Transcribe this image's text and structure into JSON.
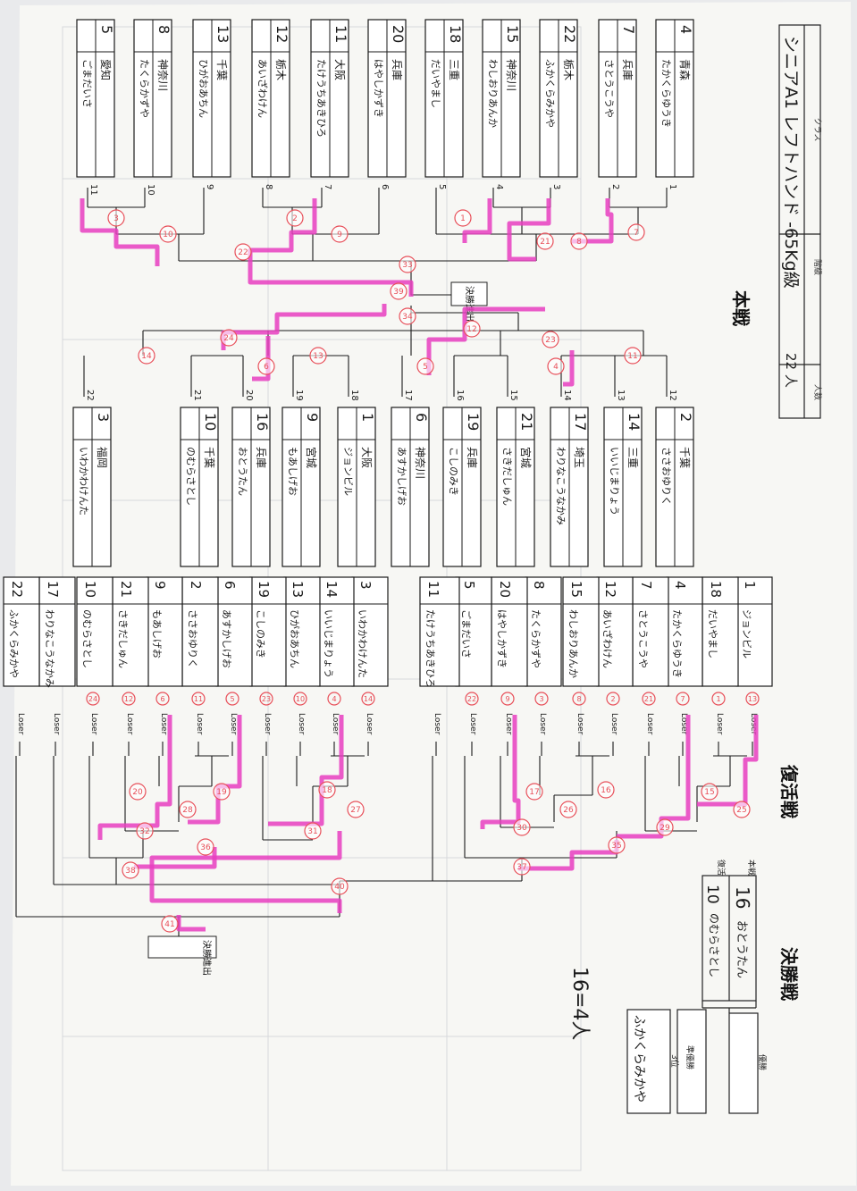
{
  "header": {
    "class_label": "クラス",
    "class_value": "シニアA1 レフトハンド -65Kg級",
    "tier_label": "階級",
    "count_label": "人数",
    "count_value": "22 人"
  },
  "main": {
    "title": "本戦",
    "advance_label": "決勝進出",
    "left_slots": [
      {
        "no": "1",
        "seed": "4",
        "pref": "青森",
        "name": "たかくらゆうき"
      },
      {
        "no": "2",
        "seed": "7",
        "pref": "兵庫",
        "name": "さとうこうや"
      },
      {
        "no": "3",
        "seed": "22",
        "pref": "栃木",
        "name": "ふかくらみかや"
      },
      {
        "no": "4",
        "seed": "15",
        "pref": "神奈川",
        "name": "わしおりあんか"
      },
      {
        "no": "5",
        "seed": "18",
        "pref": "三重",
        "name": "だいやまし"
      },
      {
        "no": "6",
        "seed": "20",
        "pref": "兵庫",
        "name": "はやしかずき"
      },
      {
        "no": "7",
        "seed": "11",
        "pref": "大阪",
        "name": "たけうちあきひろ"
      },
      {
        "no": "8",
        "seed": "12",
        "pref": "栃木",
        "name": "あいざわけん"
      },
      {
        "no": "9",
        "seed": "13",
        "pref": "千葉",
        "name": "ひがおあちん"
      },
      {
        "no": "10",
        "seed": "8",
        "pref": "神奈川",
        "name": "たくらかずや"
      },
      {
        "no": "11",
        "seed": "5",
        "pref": "愛知",
        "name": "ごまだいさ"
      }
    ],
    "right_slots": [
      {
        "no": "12",
        "seed": "2",
        "pref": "千葉",
        "name": "ささおゆりく"
      },
      {
        "no": "13",
        "seed": "14",
        "pref": "三重",
        "name": "いいじまりょう"
      },
      {
        "no": "14",
        "seed": "17",
        "pref": "埼玉",
        "name": "わりなこうなかみ"
      },
      {
        "no": "15",
        "seed": "21",
        "pref": "宮城",
        "name": "さきだしゅん"
      },
      {
        "no": "16",
        "seed": "19",
        "pref": "兵庫",
        "name": "こしのみき"
      },
      {
        "no": "17",
        "seed": "6",
        "pref": "神奈川",
        "name": "あすかしげお"
      },
      {
        "no": "18",
        "seed": "1",
        "pref": "大阪",
        "name": "ジョンビル"
      },
      {
        "no": "19",
        "seed": "9",
        "pref": "宮城",
        "name": "もあしげお"
      },
      {
        "no": "20",
        "seed": "16",
        "pref": "兵庫",
        "name": "おとうたん"
      },
      {
        "no": "21",
        "seed": "10",
        "pref": "千葉",
        "name": "のむらさとし"
      },
      {
        "no": "22",
        "seed": "3",
        "pref": "福岡",
        "name": "いわかわけんた"
      }
    ],
    "match_numbers": [
      "7",
      "8",
      "21",
      "1",
      "33",
      "39",
      "2",
      "9",
      "22",
      "10",
      "3",
      "34",
      "11",
      "4",
      "23",
      "12",
      "5",
      "13",
      "6",
      "24",
      "14"
    ]
  },
  "repechage": {
    "title": "復活戦",
    "advance_label": "決勝進出",
    "loser_label": "Loser",
    "entries": [
      {
        "seed": "1",
        "name": "ジョンビル",
        "match": "13"
      },
      {
        "seed": "18",
        "name": "だいやまし",
        "match": "1"
      },
      {
        "seed": "4",
        "name": "たかくらゆうき",
        "match": "7"
      },
      {
        "seed": "7",
        "name": "さとうこうや",
        "match": "21"
      },
      {
        "seed": "12",
        "name": "あいざわけん",
        "match": "2"
      },
      {
        "seed": "15",
        "name": "わしおりあんか",
        "match": "8"
      },
      {
        "seed": "8",
        "name": "たくらかずや",
        "match": "3"
      },
      {
        "seed": "20",
        "name": "はやしかずき",
        "match": "9"
      },
      {
        "seed": "5",
        "name": "ごまだいさ",
        "match": "22"
      },
      {
        "seed": "11",
        "name": "たけうちあきひろ",
        "match": ""
      },
      {
        "seed": "3",
        "name": "いわかわけんた",
        "match": "14"
      },
      {
        "seed": "14",
        "name": "いいじまりょう",
        "match": "4"
      },
      {
        "seed": "13",
        "name": "ひがおあちん",
        "match": "10"
      },
      {
        "seed": "19",
        "name": "こしのみき",
        "match": "23"
      },
      {
        "seed": "6",
        "name": "あすかしげお",
        "match": "5"
      },
      {
        "seed": "2",
        "name": "ささおゆりく",
        "match": "11"
      },
      {
        "seed": "9",
        "name": "もあしげお",
        "match": "6"
      },
      {
        "seed": "21",
        "name": "さきだしゅん",
        "match": "12"
      },
      {
        "seed": "10",
        "name": "のむらさとし",
        "match": "24"
      },
      {
        "seed": "17",
        "name": "わりなこうなかみ",
        "match": ""
      },
      {
        "seed": "22",
        "name": "ふかくらみかや",
        "match": ""
      }
    ],
    "round_numbers": [
      "15",
      "25",
      "16",
      "26",
      "17",
      "29",
      "35",
      "30",
      "37",
      "18",
      "31",
      "27",
      "19",
      "28",
      "20",
      "32",
      "36",
      "38",
      "40",
      "41"
    ]
  },
  "final": {
    "title": "決勝戦",
    "main_label": "本戦",
    "rep_label": "復活",
    "main_seed": "16",
    "main_name": "おとうたん",
    "rep_seed": "10",
    "rep_name": "のむらさとし",
    "winner_label": "優勝",
    "runnerup_label": "準優勝",
    "third_label": "3位",
    "third_name": "ふかくらみかや",
    "note": "16=4人"
  },
  "colors": {
    "paper": "#f8f8f6",
    "ink": "#1a1a1a",
    "highlight": "#e83ec0",
    "circle": "#e8505a"
  }
}
